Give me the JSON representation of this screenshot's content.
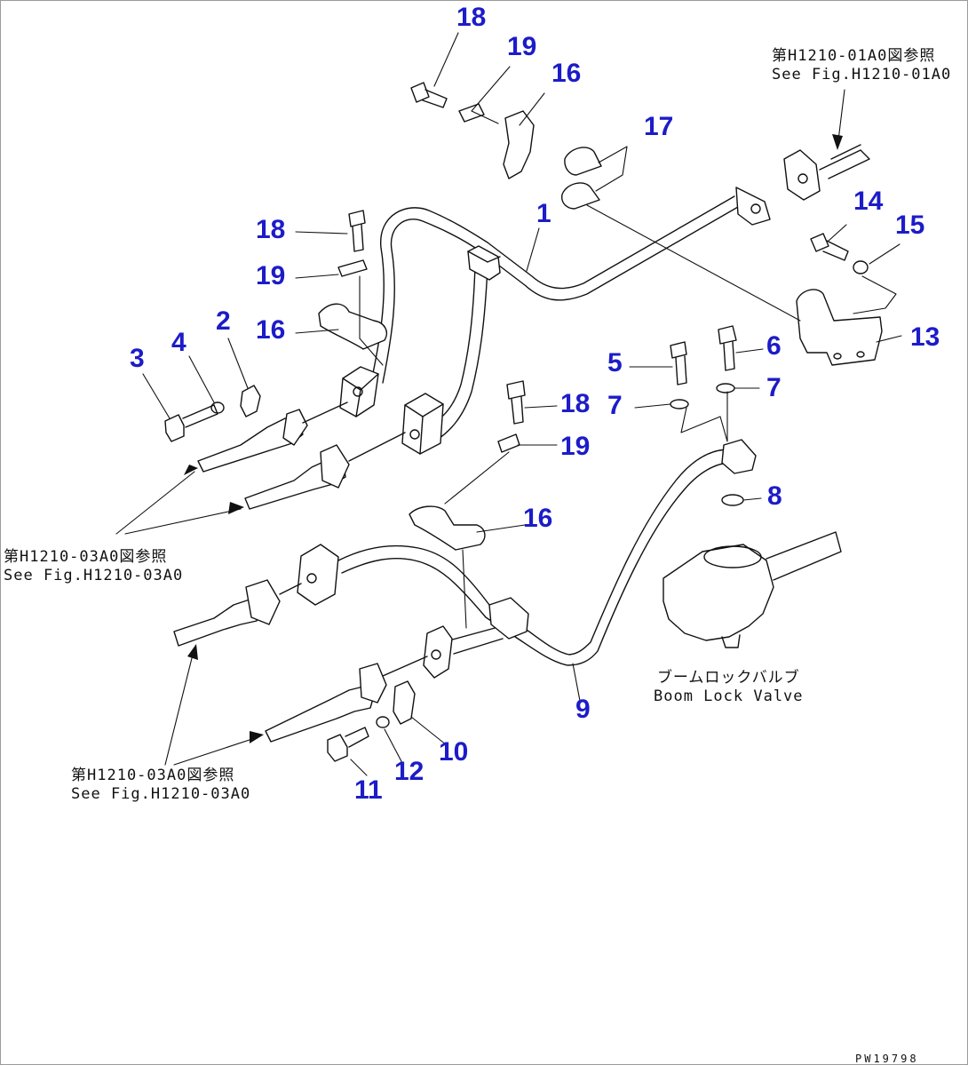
{
  "callouts": {
    "c18a": "18",
    "c19a": "19",
    "c16a": "16",
    "c17": "17",
    "c1": "1",
    "c18b": "18",
    "c19b": "19",
    "c16b": "16",
    "c2": "2",
    "c3": "3",
    "c4": "4",
    "c14": "14",
    "c15": "15",
    "c13": "13",
    "c5": "5",
    "c6": "6",
    "c7a": "7",
    "c7b": "7",
    "c18c": "18",
    "c19c": "19",
    "c16c": "16",
    "c8": "8",
    "c9": "9",
    "c10": "10",
    "c11": "11",
    "c12": "12"
  },
  "notes": {
    "ref_top_jp": "第H1210-01A0図参照",
    "ref_top_en": "See Fig.H1210-01A0",
    "ref_left_jp": "第H1210-03A0図参照",
    "ref_left_en": "See Fig.H1210-03A0",
    "ref_bottom_jp": "第H1210-03A0図参照",
    "ref_bottom_en": "See Fig.H1210-03A0",
    "valve_jp": "ブームロックバルブ",
    "valve_en": "Boom Lock Valve"
  },
  "drawing_code": "PW19798",
  "colors": {
    "callout": "#1c1cc8",
    "line": "#111111"
  }
}
